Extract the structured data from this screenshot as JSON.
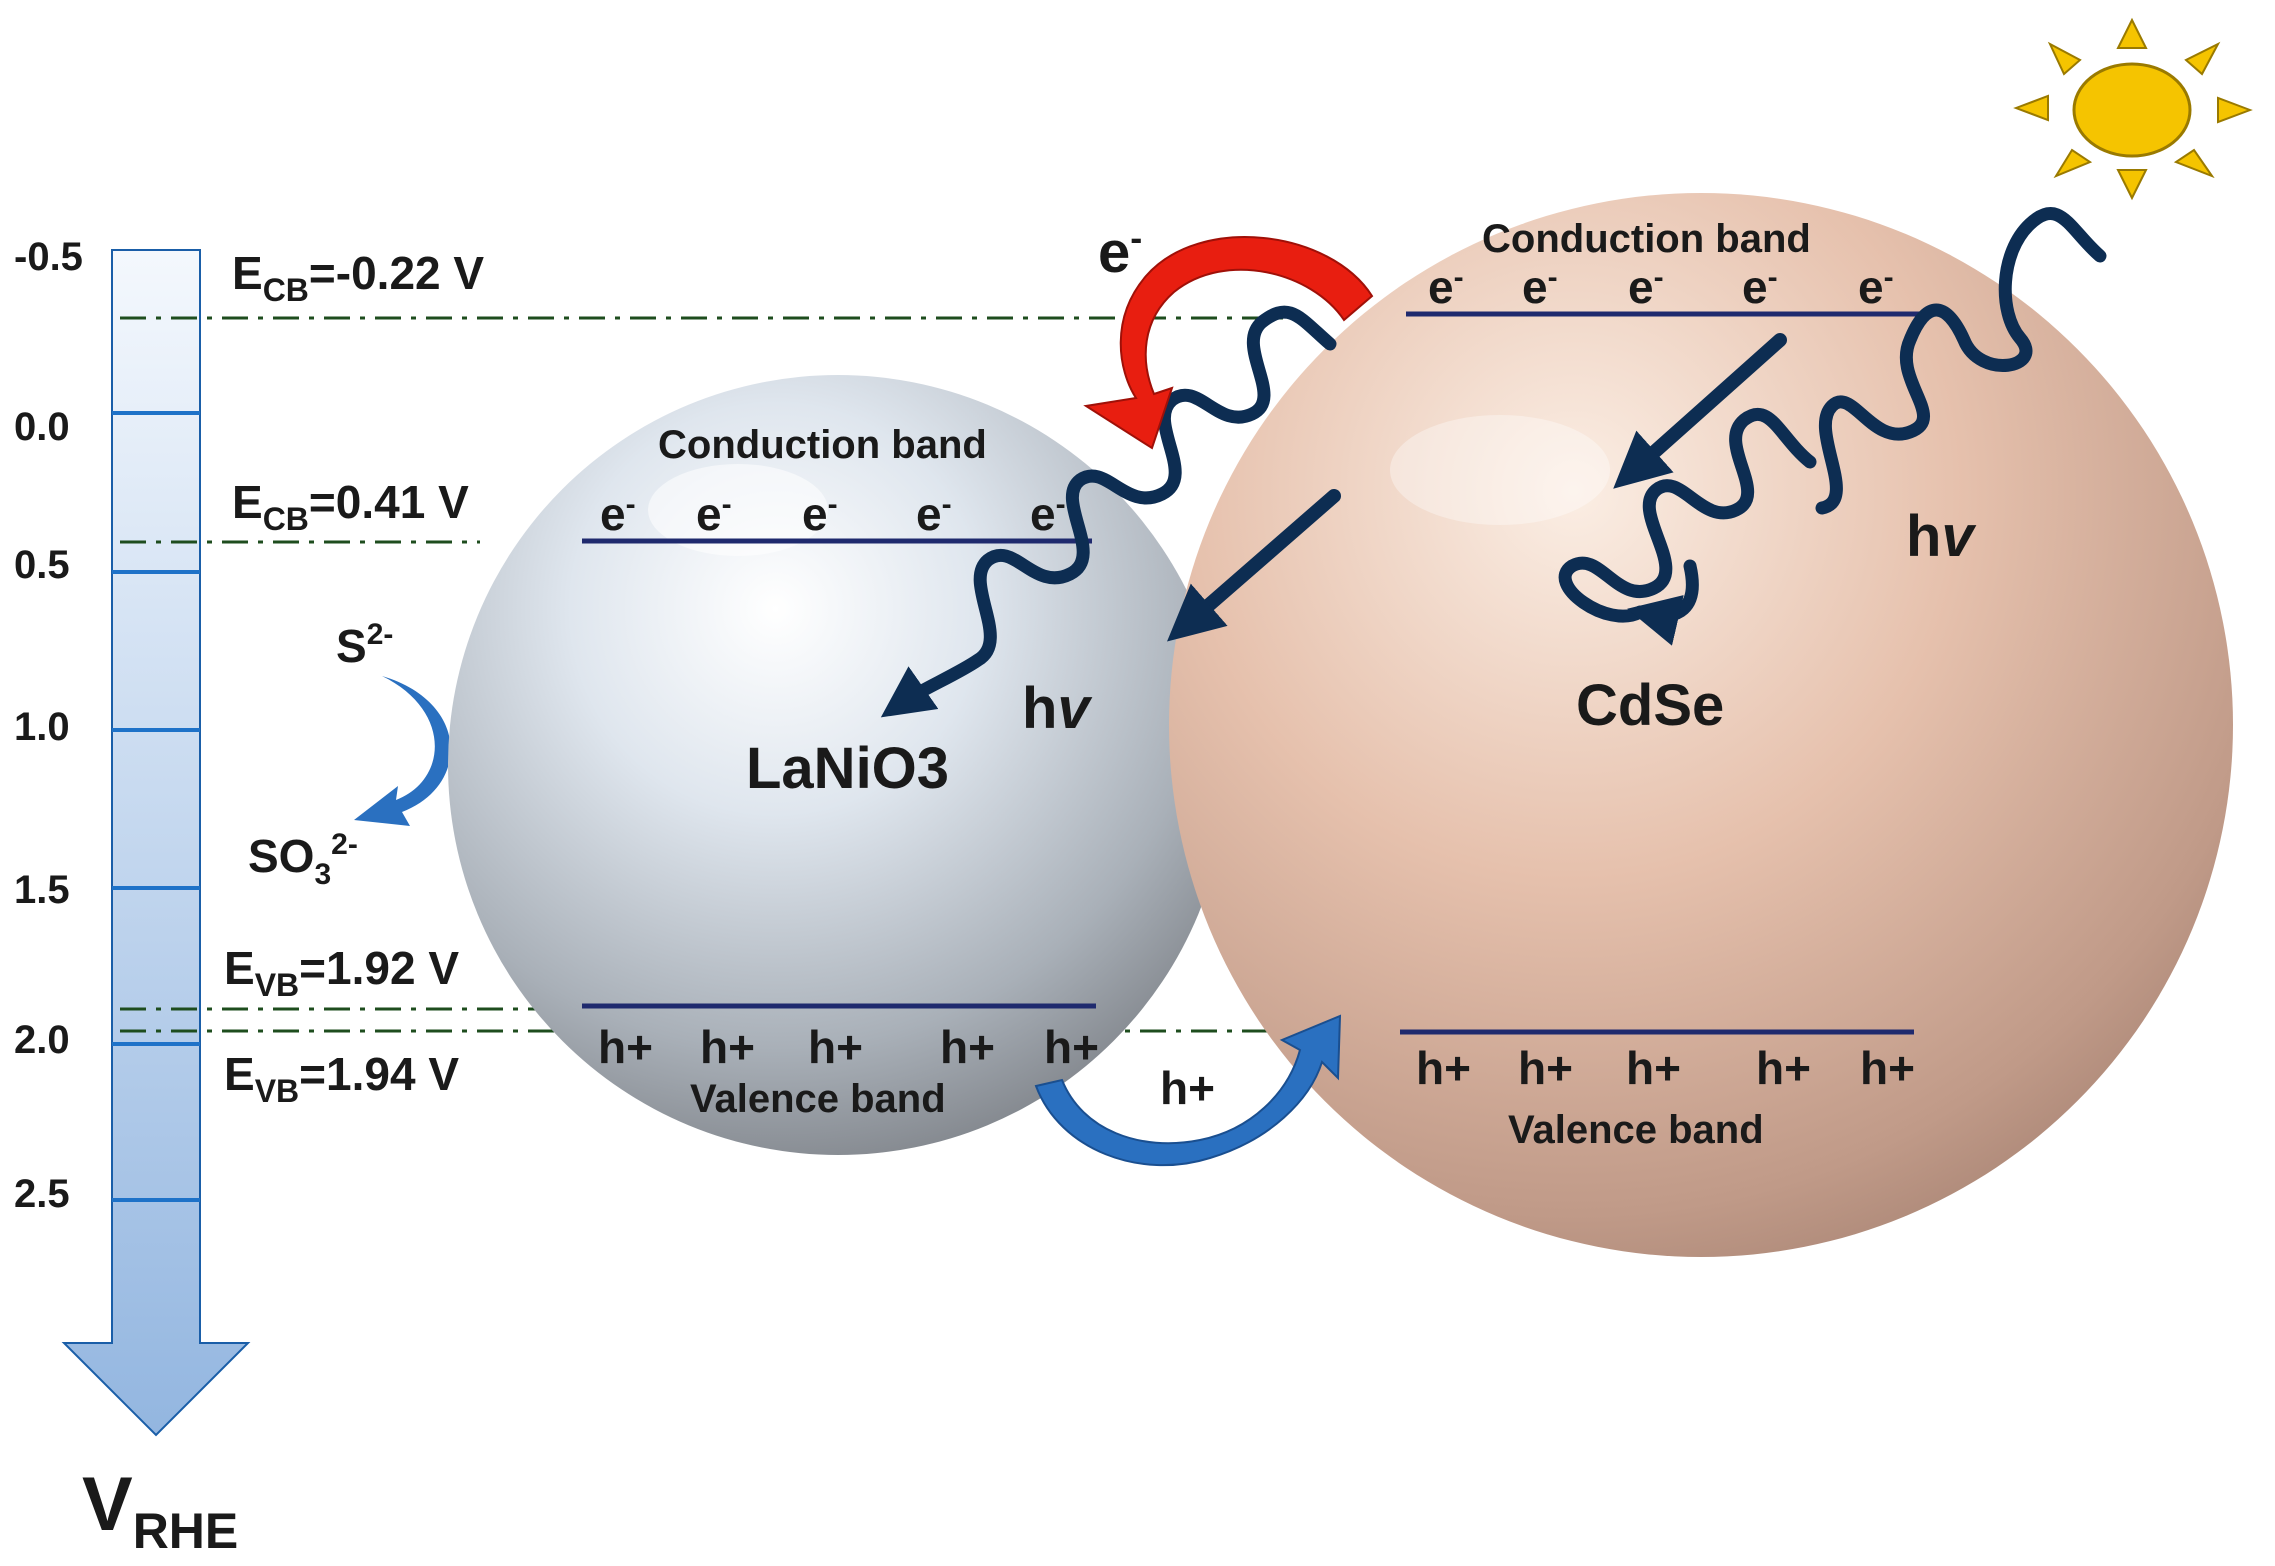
{
  "axis": {
    "ticks": [
      "-0.5",
      "0.0",
      "0.5",
      "1.0",
      "1.5",
      "2.0",
      "2.5"
    ],
    "label_main": "V",
    "label_sub": "RHE"
  },
  "levels": {
    "ecb1": {
      "prefix": "E",
      "sub": "CB",
      "value": "=-0.22 V"
    },
    "ecb2": {
      "prefix": "E",
      "sub": "CB",
      "value": "=0.41 V"
    },
    "evb1": {
      "prefix": "E",
      "sub": "VB",
      "value": "=1.92 V"
    },
    "evb2": {
      "prefix": "E",
      "sub": "VB",
      "value": "=1.94 V"
    }
  },
  "sacrificial": {
    "s_base": "S",
    "s_sup": "2-",
    "so_base": "SO",
    "so_sub": "3",
    "so_sup": "2-"
  },
  "laniO3": {
    "name": "LaNiO3",
    "conduction_label": "Conduction band",
    "valence_label": "Valence band",
    "electrons": [
      "e",
      "e",
      "e",
      "e",
      "e"
    ],
    "electron_sup": "-",
    "holes": [
      "h+",
      "h+",
      "h+",
      "h+",
      "h+"
    ],
    "hv_h": "h",
    "hv_v": "v"
  },
  "cdse": {
    "name": "CdSe",
    "conduction_label": "Conduction band",
    "valence_label": "Valence band",
    "electrons": [
      "e",
      "e",
      "e",
      "e",
      "e"
    ],
    "electron_sup": "-",
    "holes": [
      "h+",
      "h+",
      "h+",
      "h+",
      "h+"
    ],
    "hv_h": "h",
    "hv_v": "v"
  },
  "transfer": {
    "electron_base": "e",
    "electron_sup": "-",
    "hole": "h+"
  },
  "colors": {
    "band_line": "#1f2a6e",
    "dash_line": "#1e4d1e",
    "wave": "#0d2d52",
    "red_arrow": "#e81e10",
    "blue_arrow": "#2a70c0",
    "sun": "#f5c400"
  }
}
